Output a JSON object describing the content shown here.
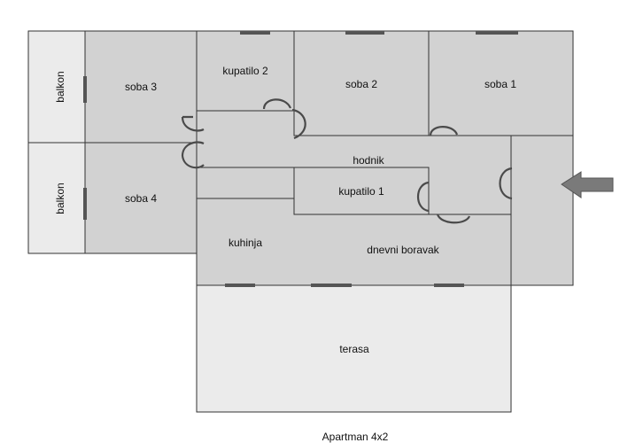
{
  "rooms": {
    "balkon_top": "balkon",
    "balkon_bottom": "balkon",
    "soba3": "soba 3",
    "soba4": "soba 4",
    "kupatilo2": "kupatilo 2",
    "soba2": "soba 2",
    "soba1": "soba 1",
    "hodnik": "hodnik",
    "kupatilo1": "kupatilo 1",
    "kuhinja": "kuhinja",
    "dnevni_boravak": "dnevni boravak",
    "terasa": "terasa"
  },
  "caption": "Apartman 4x2",
  "entrance_icon": "entrance-arrow-icon",
  "colors": {
    "room_fill": "#d2d2d2",
    "outdoor_fill": "#ebebeb",
    "wall": "#333333",
    "window": "#555555",
    "arrow": "#7a7a7a"
  }
}
